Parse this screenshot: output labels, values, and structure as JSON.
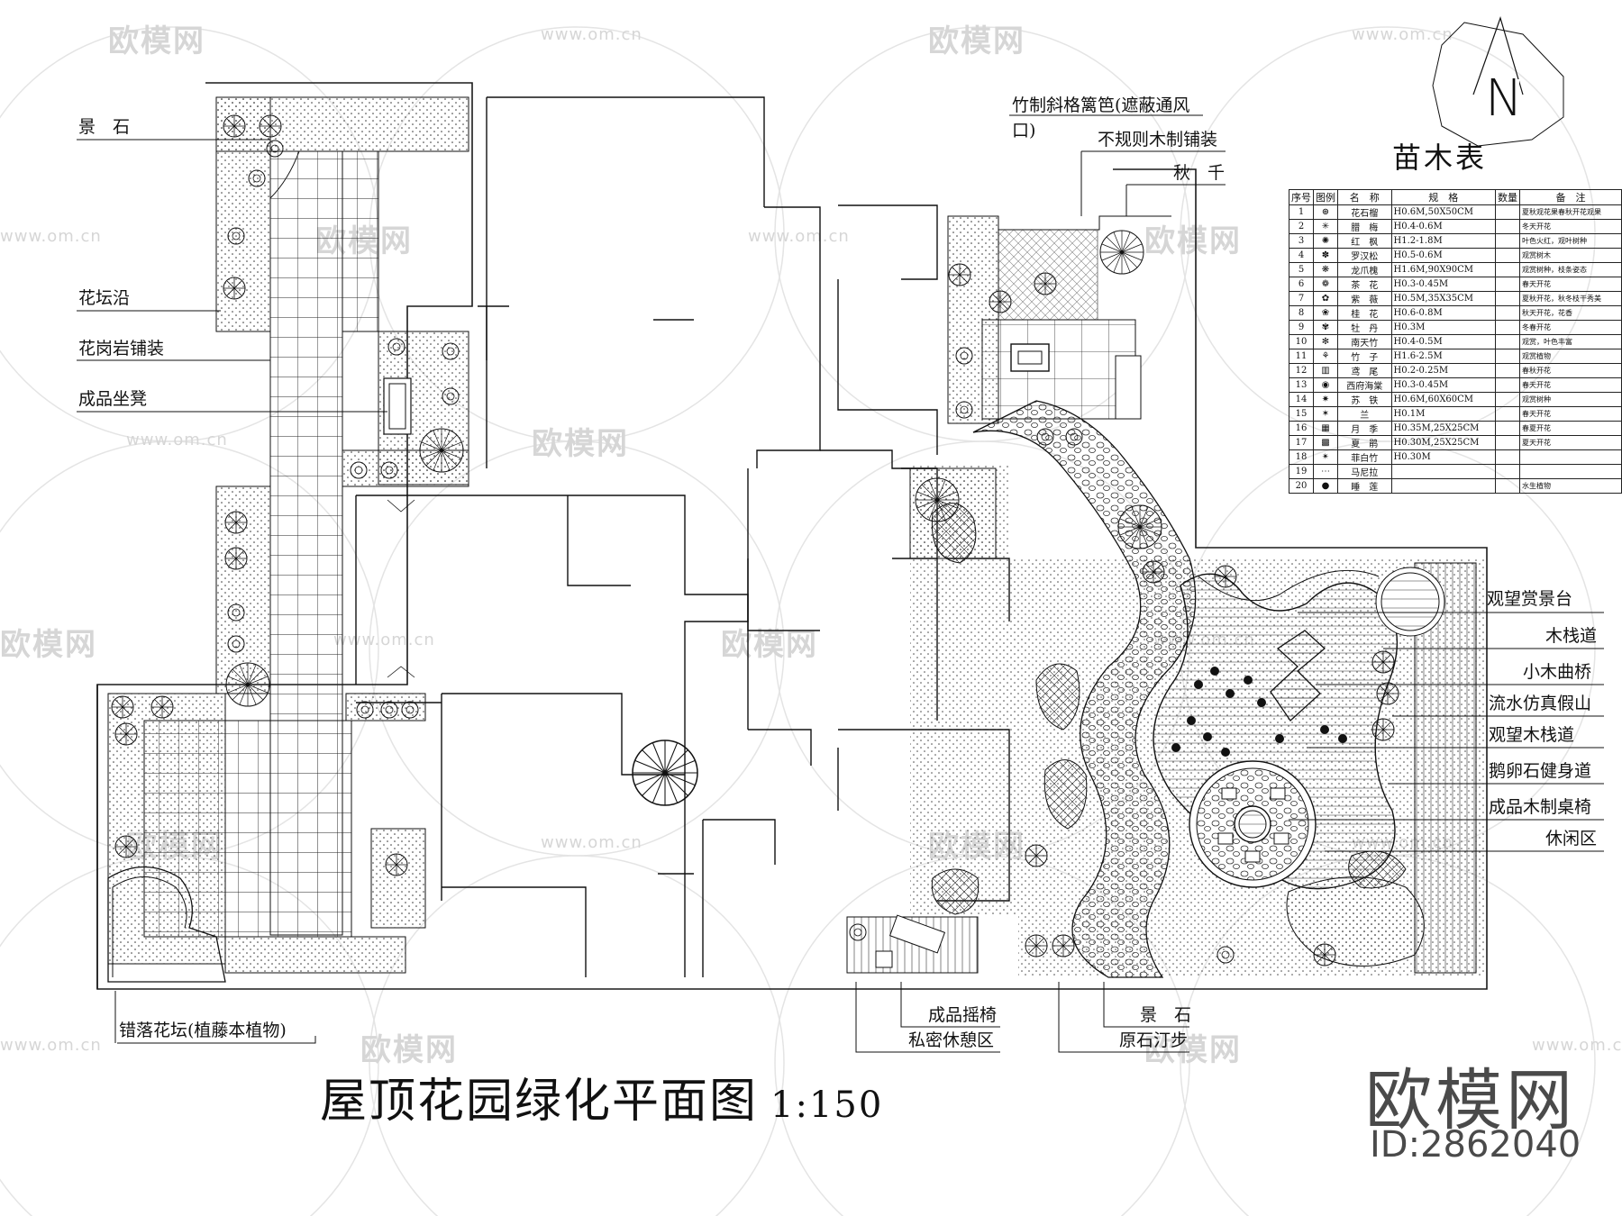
{
  "drawing": {
    "title": "屋顶花园绿化平面图",
    "scale": "1:150",
    "north_mark": "N"
  },
  "labels_left": [
    "景　石",
    "花坛沿",
    "花岗岩铺装",
    "成品坐凳"
  ],
  "label_bottom_left": "错落花坛(植藤本植物)",
  "labels_top": [
    "竹制斜格篱笆(遮蔽通风",
    "口)",
    "不规则木制铺装",
    "秋　千"
  ],
  "labels_right": [
    "观望赏景台",
    "木栈道",
    "小木曲桥",
    "流水仿真假山",
    "观望木栈道",
    "鹅卵石健身道",
    "成品木制桌椅",
    "休闲区"
  ],
  "labels_bottom": [
    "成品摇椅",
    "私密休憩区",
    "景　石",
    "原石汀步"
  ],
  "plant_table": {
    "title": "苗木表",
    "headers": [
      "序号",
      "图例",
      "名　称",
      "规　格",
      "数量",
      "备　注"
    ],
    "rows": [
      {
        "no": "1",
        "icon": "⊛",
        "name": "花石榴",
        "spec": "H0.6M,50X50CM",
        "qty": "",
        "note": "夏秋观花果春秋开花观果"
      },
      {
        "no": "2",
        "icon": "✳",
        "name": "腊　梅",
        "spec": "H0.4-0.6M",
        "qty": "",
        "note": "冬天开花"
      },
      {
        "no": "3",
        "icon": "✺",
        "name": "红　枫",
        "spec": "H1.2-1.8M",
        "qty": "",
        "note": "叶色火红，观叶树种"
      },
      {
        "no": "4",
        "icon": "✽",
        "name": "罗汉松",
        "spec": "H0.5-0.6M",
        "qty": "",
        "note": "观赏树木"
      },
      {
        "no": "5",
        "icon": "❋",
        "name": "龙爪槐",
        "spec": "H1.6M,90X90CM",
        "qty": "",
        "note": "观赏树种，枝条姿态"
      },
      {
        "no": "6",
        "icon": "❁",
        "name": "茶　花",
        "spec": "H0.3-0.45M",
        "qty": "",
        "note": "春天开花"
      },
      {
        "no": "7",
        "icon": "✿",
        "name": "紫　薇",
        "spec": "H0.5M,35X35CM",
        "qty": "",
        "note": "夏秋开花，秋冬枝干秀美"
      },
      {
        "no": "8",
        "icon": "❀",
        "name": "桂　花",
        "spec": "H0.6-0.8M",
        "qty": "",
        "note": "秋天开花，花香"
      },
      {
        "no": "9",
        "icon": "✾",
        "name": "牡　丹",
        "spec": "H0.3M",
        "qty": "",
        "note": "冬春开花"
      },
      {
        "no": "10",
        "icon": "✻",
        "name": "南天竹",
        "spec": "H0.4-0.5M",
        "qty": "",
        "note": "观赏，叶色丰富"
      },
      {
        "no": "11",
        "icon": "⚘",
        "name": "竹　子",
        "spec": "H1.6-2.5M",
        "qty": "",
        "note": "观赏植物"
      },
      {
        "no": "12",
        "icon": "▥",
        "name": "鸢　尾",
        "spec": "H0.2-0.25M",
        "qty": "",
        "note": "春秋开花"
      },
      {
        "no": "13",
        "icon": "◉",
        "name": "西府海棠",
        "spec": "H0.3-0.45M",
        "qty": "",
        "note": "春天开花"
      },
      {
        "no": "14",
        "icon": "✷",
        "name": "苏　铁",
        "spec": "H0.6M,60X60CM",
        "qty": "",
        "note": "观赏树种"
      },
      {
        "no": "15",
        "icon": "✶",
        "name": "兰",
        "spec": "H0.1M",
        "qty": "",
        "note": "春天开花"
      },
      {
        "no": "16",
        "icon": "▦",
        "name": "月　季",
        "spec": "H0.35M,25X25CM",
        "qty": "",
        "note": "春夏开花"
      },
      {
        "no": "17",
        "icon": "▩",
        "name": "夏　鹃",
        "spec": "H0.30M,25X25CM",
        "qty": "",
        "note": "夏天开花"
      },
      {
        "no": "18",
        "icon": "✴",
        "name": "菲白竹",
        "spec": "H0.30M",
        "qty": "",
        "note": ""
      },
      {
        "no": "19",
        "icon": "⋯",
        "name": "马尼拉",
        "spec": "",
        "qty": "",
        "note": ""
      },
      {
        "no": "20",
        "icon": "●",
        "name": "睡　莲",
        "spec": "",
        "qty": "",
        "note": "水生植物"
      }
    ]
  },
  "watermark": {
    "brand": "欧模网",
    "url": "www.om.cn",
    "id": "ID:2862040"
  },
  "colors": {
    "line": "#1a1a1a",
    "watermark": "#d6d6d6",
    "brand": "#4a4a4a"
  }
}
